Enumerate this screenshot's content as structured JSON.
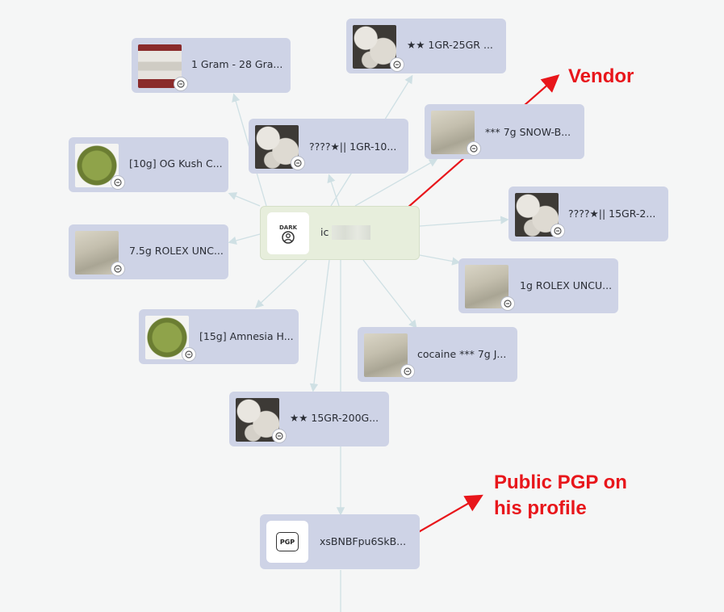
{
  "nodes": [
    {
      "id": "n1",
      "label": "1 Gram - 28 Gra...",
      "thumb": "bars"
    },
    {
      "id": "n2",
      "label": "★★ 1GR-25GR ...",
      "thumb": "rocks"
    },
    {
      "id": "n3",
      "label": "????★|| 1GR-10...",
      "thumb": "rocks"
    },
    {
      "id": "n4",
      "label": "*** 7g SNOW-B...",
      "thumb": "powder"
    },
    {
      "id": "n5",
      "label": "[10g] OG Kush C...",
      "thumb": "bud"
    },
    {
      "id": "n6",
      "label": "????★|| 15GR-2...",
      "thumb": "rocks"
    },
    {
      "id": "n7",
      "label": "7.5g ROLEX UNC...",
      "thumb": "powder"
    },
    {
      "id": "n8",
      "label": "1g ROLEX UNCU...",
      "thumb": "powder"
    },
    {
      "id": "n9",
      "label": "[15g] Amnesia H...",
      "thumb": "bud"
    },
    {
      "id": "n10",
      "label": "cocaine  *** 7g J...",
      "thumb": "powder"
    },
    {
      "id": "n11",
      "label": "★★ 15GR-200G...",
      "thumb": "rocks"
    }
  ],
  "vendor": {
    "label": "ic",
    "icon": "darkweb-user-icon",
    "icon_text": "DARK"
  },
  "pgp": {
    "label": "xsBNBFpu6SkB...",
    "icon_text": "PGP"
  },
  "annotations": {
    "vendor": "Vendor",
    "pgp_line1": "Public PGP on",
    "pgp_line2": "his profile"
  },
  "colors": {
    "node": "#ced3e6",
    "vendor_node": "#e7eedc",
    "edge": "#cfe0e4",
    "annotation": "#e8161b"
  }
}
